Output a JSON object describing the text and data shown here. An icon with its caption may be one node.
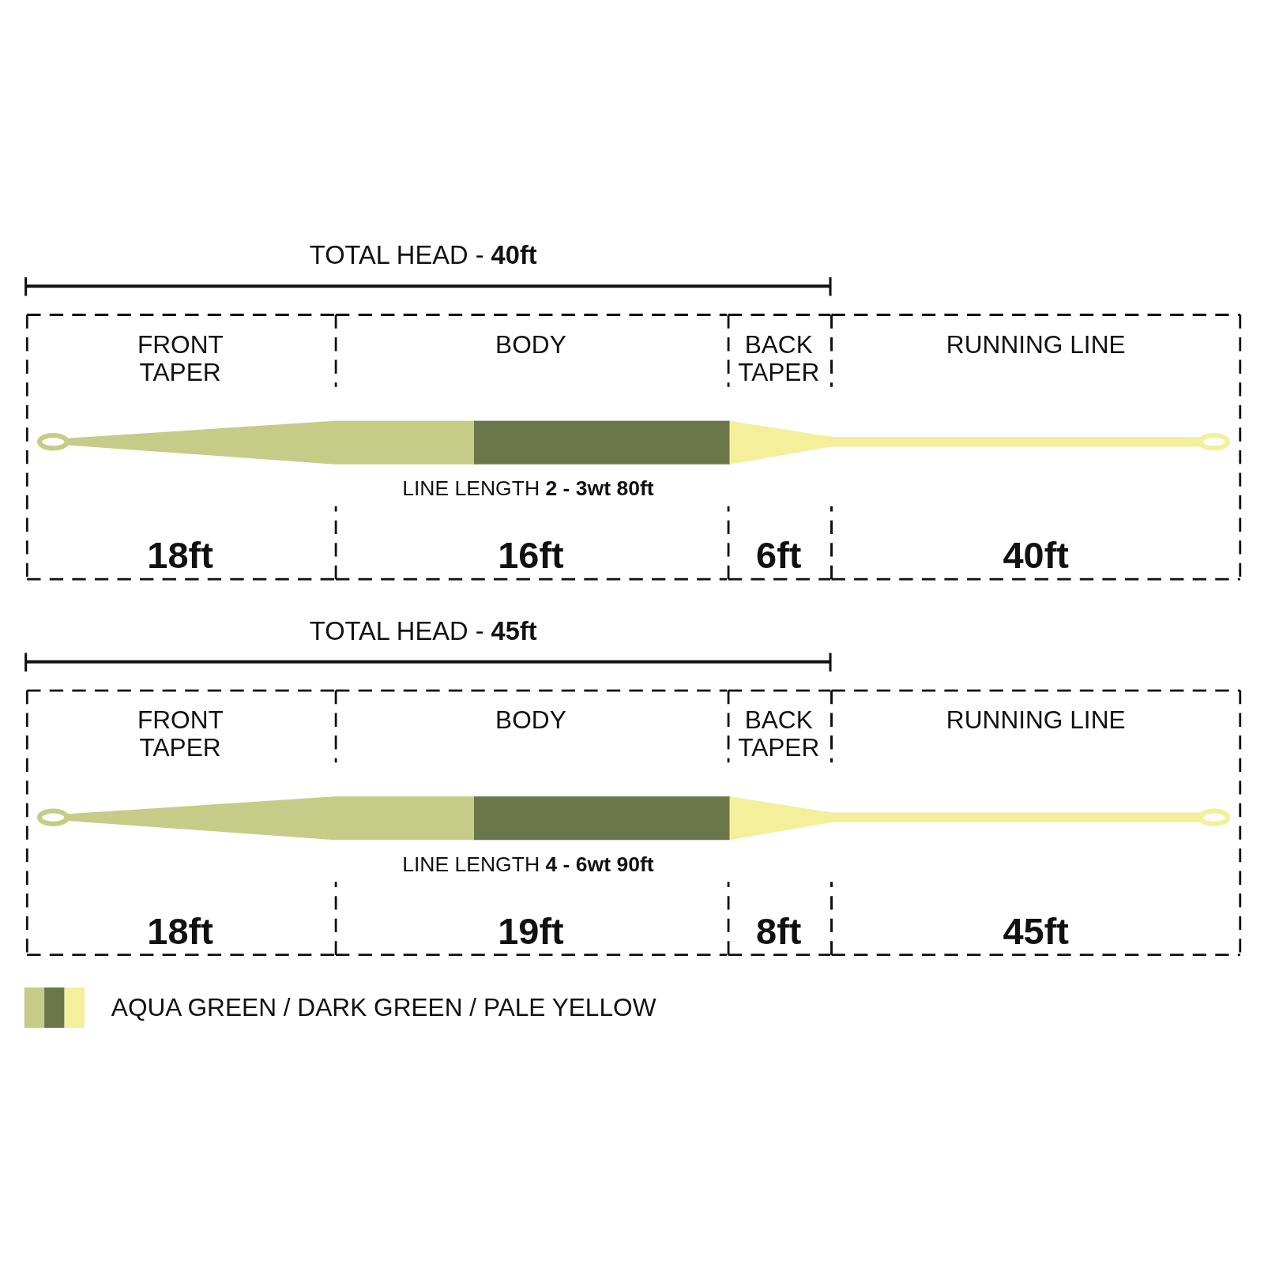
{
  "diagram": {
    "nodes": [
      {
        "text": [
          "FRONT TAPER",
          "18ft"
        ]
      },
      {
        "text": [
          "BODY",
          "16ft"
        ]
      },
      {
        "text": [
          "BACK TAPER",
          "6ft"
        ]
      },
      {
        "text": [
          "RUNNING LINE",
          "40ft"
        ]
      },
      {
        "text": [
          "FRONT TAPER",
          "18ft"
        ]
      },
      {
        "text": [
          "BODY",
          "19ft"
        ]
      },
      {
        "text": [
          "BACK TAPER",
          "8ft"
        ]
      },
      {
        "text": [
          "RUNNING LINE",
          "45ft"
        ]
      }
    ],
    "labels": [
      "TOTAL HEAD - **40ft**",
      "LINE LENGTH **2 - 3wt 80ft**",
      "TOTAL HEAD - **45ft**",
      "LINE LENGTH **4 - 6wt 90ft**"
    ],
    "legend": [
      {
        "text": "AQUA GREEN / DARK GREEN / PALE YELLOW"
      }
    ]
  }
}
